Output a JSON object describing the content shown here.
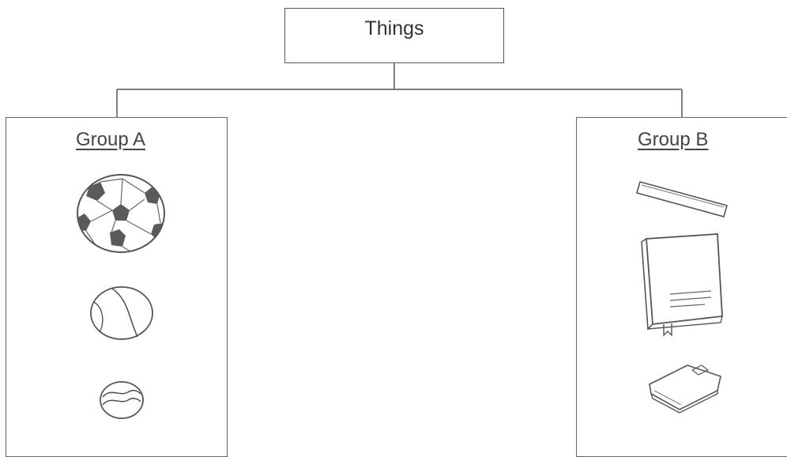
{
  "root": {
    "label": "Things"
  },
  "groups": [
    {
      "title": "Group A",
      "items": [
        "soccer-ball",
        "tennis-ball",
        "marble"
      ]
    },
    {
      "title": "Group B",
      "items": [
        "ruler",
        "book",
        "wallet"
      ]
    }
  ],
  "colors": {
    "line": "#555555",
    "fill_dark": "#555555",
    "background": "#ffffff"
  }
}
